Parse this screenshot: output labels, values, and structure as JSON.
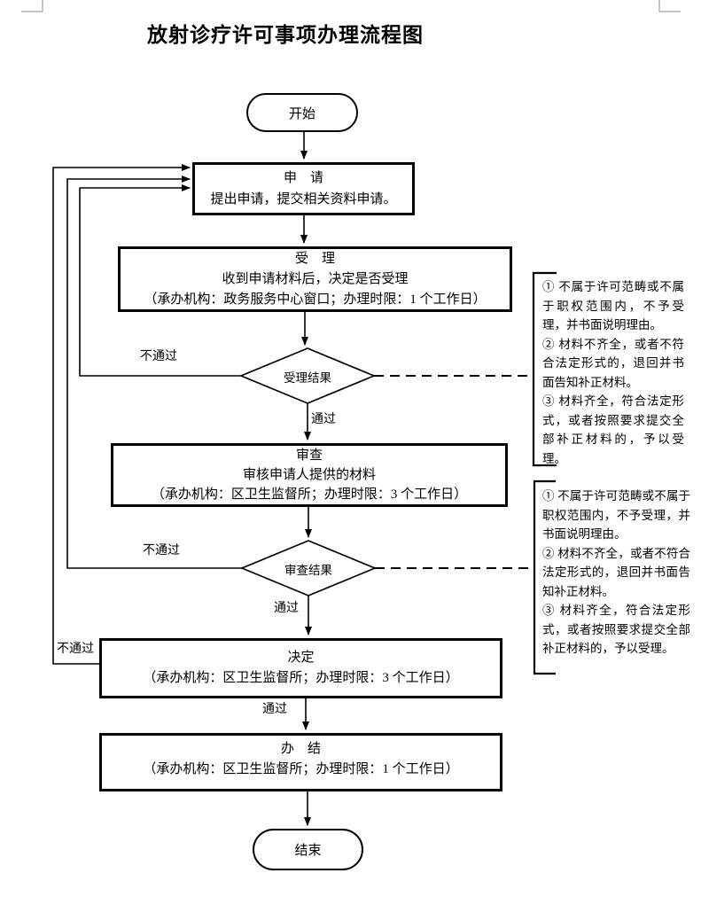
{
  "page": {
    "title": "放射诊疗许可事项办理流程图"
  },
  "flow": {
    "start_label": "开始",
    "end_label": "结束",
    "apply": {
      "title": "申　请",
      "desc": "提出申请，提交相关资料申请。"
    },
    "accept": {
      "title": "受　理",
      "desc": "收到申请材料后，决定是否受理",
      "agency": "（承办机构：政务服务中心窗口；办理时限：1 个工作日）"
    },
    "accept_result_label": "受理结果",
    "review": {
      "title": "审查",
      "desc": "审核申请人提供的材料",
      "agency": "（承办机构：区卫生监督所；办理时限：3 个工作日）"
    },
    "review_result_label": "审查结果",
    "decision": {
      "title": "决定",
      "agency": "（承办机构：区卫生监督所；办理时限：3 个工作日）"
    },
    "conclude": {
      "title": "办　结",
      "agency": "（承办机构：区卫生监督所；办理时限：1 个工作日）"
    },
    "edge_labels": {
      "pass": "通过",
      "fail": "不通过"
    }
  },
  "notes": {
    "accept_note": {
      "items": [
        "① 不属于许可范畴或不属于职权范围内，不予受理，并书面说明理由。",
        "② 材料不齐全，或者不符合法定形式的，退回并书面告知补正材料。",
        "③ 材料齐全，符合法定形式，或者按照要求提交全部补正材料的，予以受理。"
      ]
    },
    "review_note": {
      "items": [
        "① 不属于许可范畴或不属于职权范围内，不予受理，并书面说明理由。",
        "② 材料不齐全，或者不符合法定形式的，退回并书面告知补正材料。",
        "③ 材料齐全，符合法定形式，或者按照要求提交全部补正材料的，予以受理。"
      ]
    }
  },
  "colors": {
    "line": "#000000",
    "background": "#ffffff",
    "crop_mark": "#b3b3b3"
  }
}
